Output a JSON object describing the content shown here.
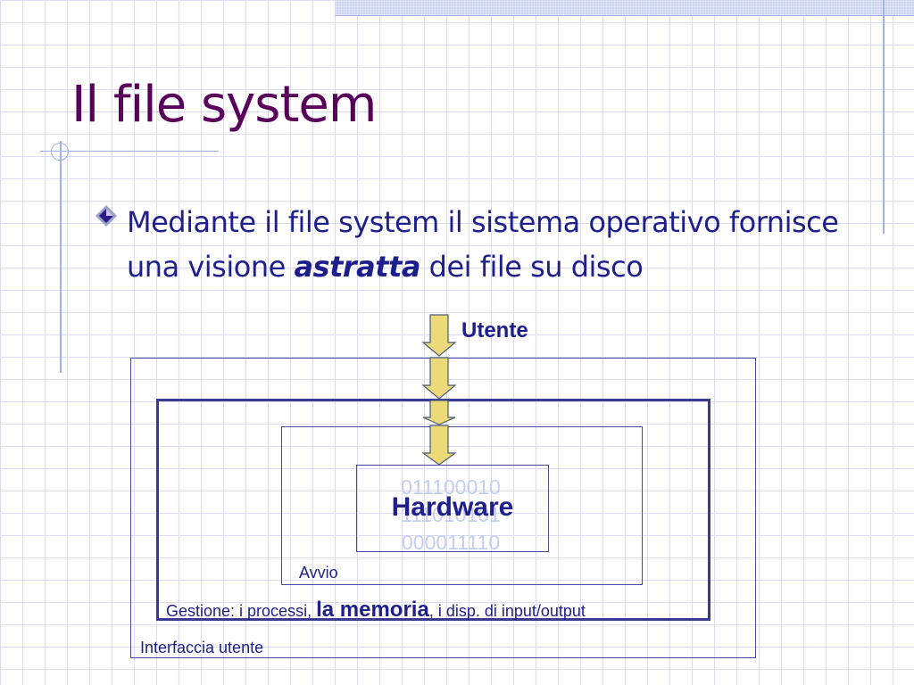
{
  "slide": {
    "title": "Il file system",
    "bullet": {
      "text_before": "Mediante il file system il sistema operativo fornisce una visione ",
      "emphasis": "astratta",
      "text_after": " dei file su disco"
    }
  },
  "diagram": {
    "user_label": "Utente",
    "hardware_label": "Hardware",
    "binary_lines": [
      "011100010",
      "111010101",
      "000011110"
    ],
    "layer_boot": "Avvio",
    "layer_management": {
      "prefix": "Gestione: i processi, ",
      "highlight": "la memoria",
      "suffix": ", i disp. di input/output"
    },
    "layer_interface": "Interfaccia utente"
  },
  "colors": {
    "title": "#5a005a",
    "text": "#1e1e8c",
    "arrow_fill": "#ecd978",
    "arrow_stroke": "#4a5a7a",
    "binary": "#c5cdf1"
  },
  "icons": {
    "bullet": "diamond-bullet-icon"
  }
}
